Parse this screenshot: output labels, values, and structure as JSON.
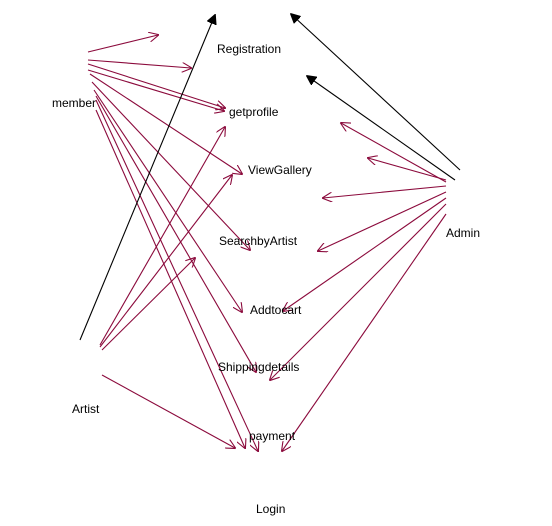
{
  "colors": {
    "edge_crimson": "#8b0a3c",
    "edge_black": "#000000",
    "label": "#000000"
  },
  "nodes": {
    "member": "member",
    "artist": "Artist",
    "admin": "Admin",
    "registration": "Registration",
    "getprofile": "getprofile",
    "viewgallery": "ViewGallery",
    "searchbyartist": "SearchbyArtist",
    "addtocart": "Addtocart",
    "shippingdetails": "Shippingdetails",
    "payment": "payment",
    "login": "Login"
  }
}
